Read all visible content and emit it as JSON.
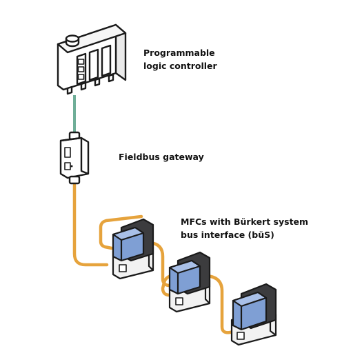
{
  "labels": {
    "plc_line1": "Programmable",
    "plc_line2": "logic controller",
    "gateway": "Fieldbus gateway",
    "mfc_line1": "MFCs with Bürkert system",
    "mfc_line2": "bus interface (büS)"
  },
  "colors": {
    "outline": "#1a1a1a",
    "fieldbus_cable": "#6fae98",
    "bus_cable": "#e6a33c",
    "mfc_body": "#7f9fd4",
    "dark_casing": "#3c3c3e",
    "light_casing": "#f2f2f2"
  },
  "icons": [
    "plc-icon",
    "gateway-icon",
    "mfc-icon"
  ]
}
